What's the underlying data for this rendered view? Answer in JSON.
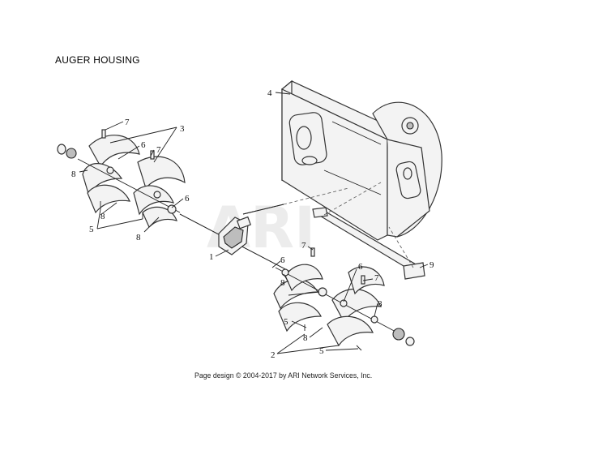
{
  "page": {
    "title": "AUGER HOUSING",
    "credit": "Page design © 2004-2017 by ARI Network Services, Inc.",
    "watermark": "ARI"
  },
  "callouts": {
    "c1": "1",
    "c2": "2",
    "c3": "3",
    "c4": "4",
    "c5a": "5",
    "c5b": "5",
    "c5c": "5",
    "c6a": "6",
    "c6b": "6",
    "c6c": "6",
    "c6d": "6",
    "c7a": "7",
    "c7b": "7",
    "c7c": "7",
    "c7d": "7",
    "c8a": "8",
    "c8b": "8",
    "c8c": "8",
    "c8d": "8",
    "c8e": "8",
    "c9": "9"
  }
}
